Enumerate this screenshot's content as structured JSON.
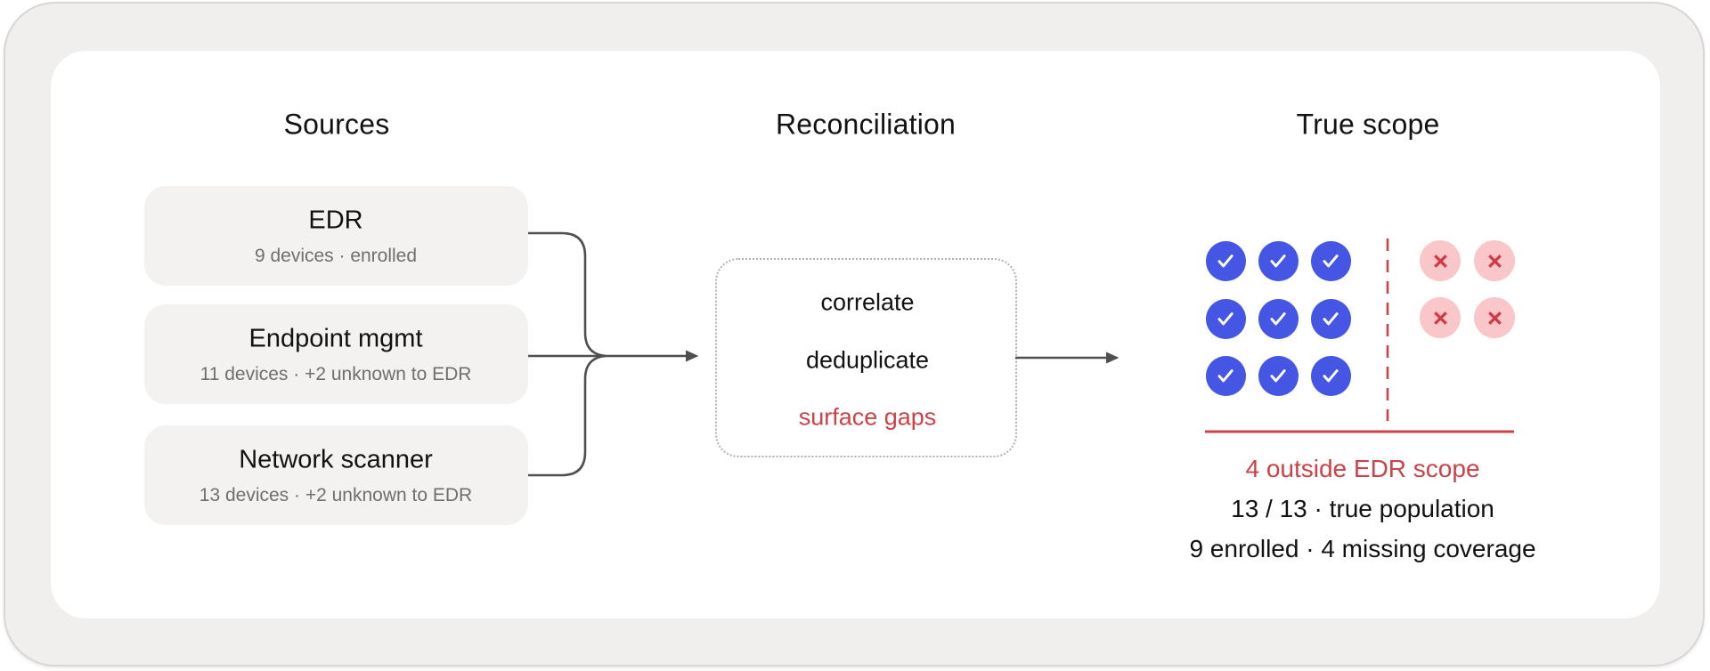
{
  "columns": {
    "sources": {
      "title": "Sources",
      "boxes": [
        {
          "title": "EDR",
          "subtitle": "9 devices · enrolled"
        },
        {
          "title": "Endpoint mgmt",
          "subtitle": "11 devices · +2 unknown to EDR"
        },
        {
          "title": "Network scanner",
          "subtitle": "13 devices · +2 unknown to EDR"
        }
      ]
    },
    "reconciliation": {
      "title": "Reconciliation",
      "steps": [
        {
          "label": "correlate",
          "emphasis": "normal"
        },
        {
          "label": "deduplicate",
          "emphasis": "normal"
        },
        {
          "label": "surface gaps",
          "emphasis": "danger"
        }
      ]
    },
    "true_scope": {
      "title": "True scope",
      "enrolled_count": 9,
      "missing_count": 4,
      "icons": {
        "enrolled": "check-icon",
        "missing": "x-icon"
      },
      "stats": [
        {
          "text": "4 outside EDR scope",
          "emphasis": "danger"
        },
        {
          "text": "13 / 13 · true population",
          "emphasis": "normal"
        },
        {
          "text": "9 enrolled · 4 missing coverage",
          "emphasis": "normal"
        }
      ]
    }
  },
  "colors": {
    "enrolled_blue": "#4656e4",
    "missing_pink": "#f9c6c9",
    "x_red": "#d43843",
    "accent_red": "#cb4249",
    "connector_gray": "#4f4f4f",
    "check_white": "#ffffff"
  }
}
